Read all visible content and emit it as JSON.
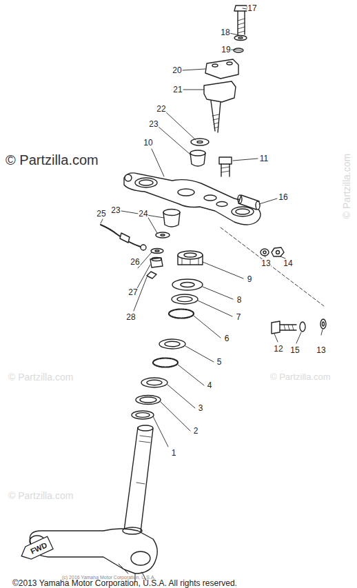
{
  "diagram": {
    "nodes": [
      {
        "text": [
          "FWD"
        ]
      }
    ],
    "labels": [
      "17",
      "18",
      "19",
      "20",
      "21",
      "22",
      "23",
      "10",
      "11",
      "23",
      "16",
      "24",
      "25",
      "13",
      "14",
      "9",
      "26",
      "27",
      "8",
      "28",
      "7",
      "12",
      "15",
      "13",
      "6",
      "5",
      "4",
      "3",
      "2",
      "1",
      "© Partzilla.com",
      "© Partzilla.com",
      "© Partzilla.com",
      "© Partzilla.com",
      "© Partzilla.com",
      "(c) 2016 Yamaha Motor Corporation, U.S.A.",
      "©2013 Yamaha Motor Corporation, U.S.A. All rights reserved."
    ]
  }
}
